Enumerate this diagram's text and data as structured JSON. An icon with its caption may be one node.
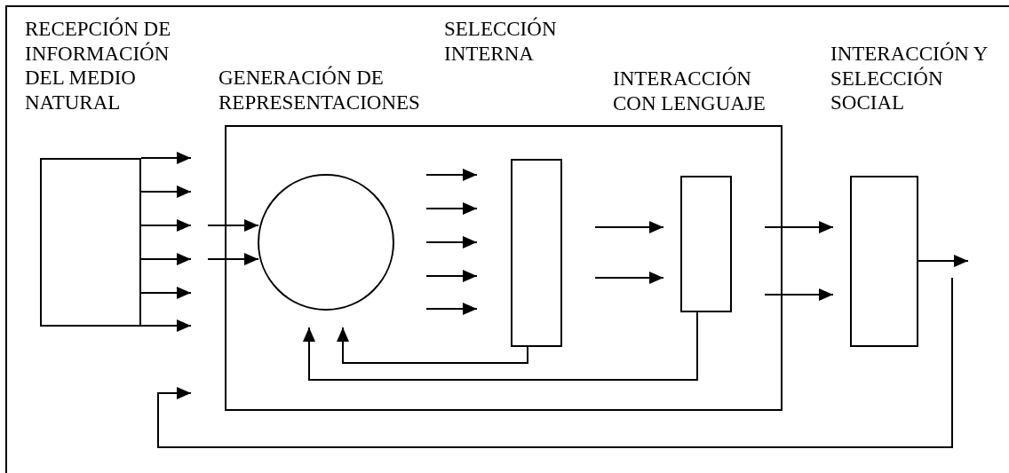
{
  "diagram": {
    "nodes": [
      {
        "text": [],
        "shape": "box"
      },
      {
        "text": [],
        "shape": "box"
      },
      {
        "text": [],
        "shape": "circle",
        "in": 1
      },
      {
        "text": [],
        "shape": "bar",
        "in": 1
      },
      {
        "text": [],
        "shape": "bar",
        "in": 1
      },
      {
        "text": [],
        "shape": "bar"
      }
    ],
    "edges": [
      {
        "from": 0,
        "to": null,
        "arrow": "to"
      },
      {
        "from": 0,
        "to": null,
        "arrow": "to"
      },
      {
        "from": 0,
        "to": null,
        "arrow": "to"
      },
      {
        "from": 0,
        "to": null,
        "arrow": "to"
      },
      {
        "from": 0,
        "to": null,
        "arrow": "to"
      },
      {
        "from": 0,
        "to": null,
        "arrow": "to"
      },
      {
        "from": null,
        "to": 2,
        "arrow": "to"
      },
      {
        "from": null,
        "to": 2,
        "arrow": "to"
      },
      {
        "from": 2,
        "to": 3,
        "arrow": "to"
      },
      {
        "from": 2,
        "to": 3,
        "arrow": "to"
      },
      {
        "from": 2,
        "to": 3,
        "arrow": "to"
      },
      {
        "from": 2,
        "to": 3,
        "arrow": "to"
      },
      {
        "from": 2,
        "to": 3,
        "arrow": "to"
      },
      {
        "from": 3,
        "to": 4,
        "arrow": "to"
      },
      {
        "from": 3,
        "to": 4,
        "arrow": "to"
      },
      {
        "from": 4,
        "to": 5,
        "arrow": "to"
      },
      {
        "from": 4,
        "to": 5,
        "arrow": "to"
      },
      {
        "from": 5,
        "to": null,
        "arrow": "to"
      },
      {
        "from": 3,
        "to": 2,
        "arrow": "to"
      },
      {
        "from": 4,
        "to": 2,
        "arrow": "to"
      },
      {
        "from": 5,
        "to": null,
        "arrow": "to"
      }
    ],
    "labels": [
      "RECEPCIÓN DE INFORMACIÓN DEL MEDIO NATURAL",
      "GENERACIÓN DE REPRESENTACIONES",
      "SELECCIÓN INTERNA",
      "INTERACCIÓN CON LENGUAJE",
      "INTERACCIÓN Y SELECCIÓN SOCIAL"
    ]
  }
}
